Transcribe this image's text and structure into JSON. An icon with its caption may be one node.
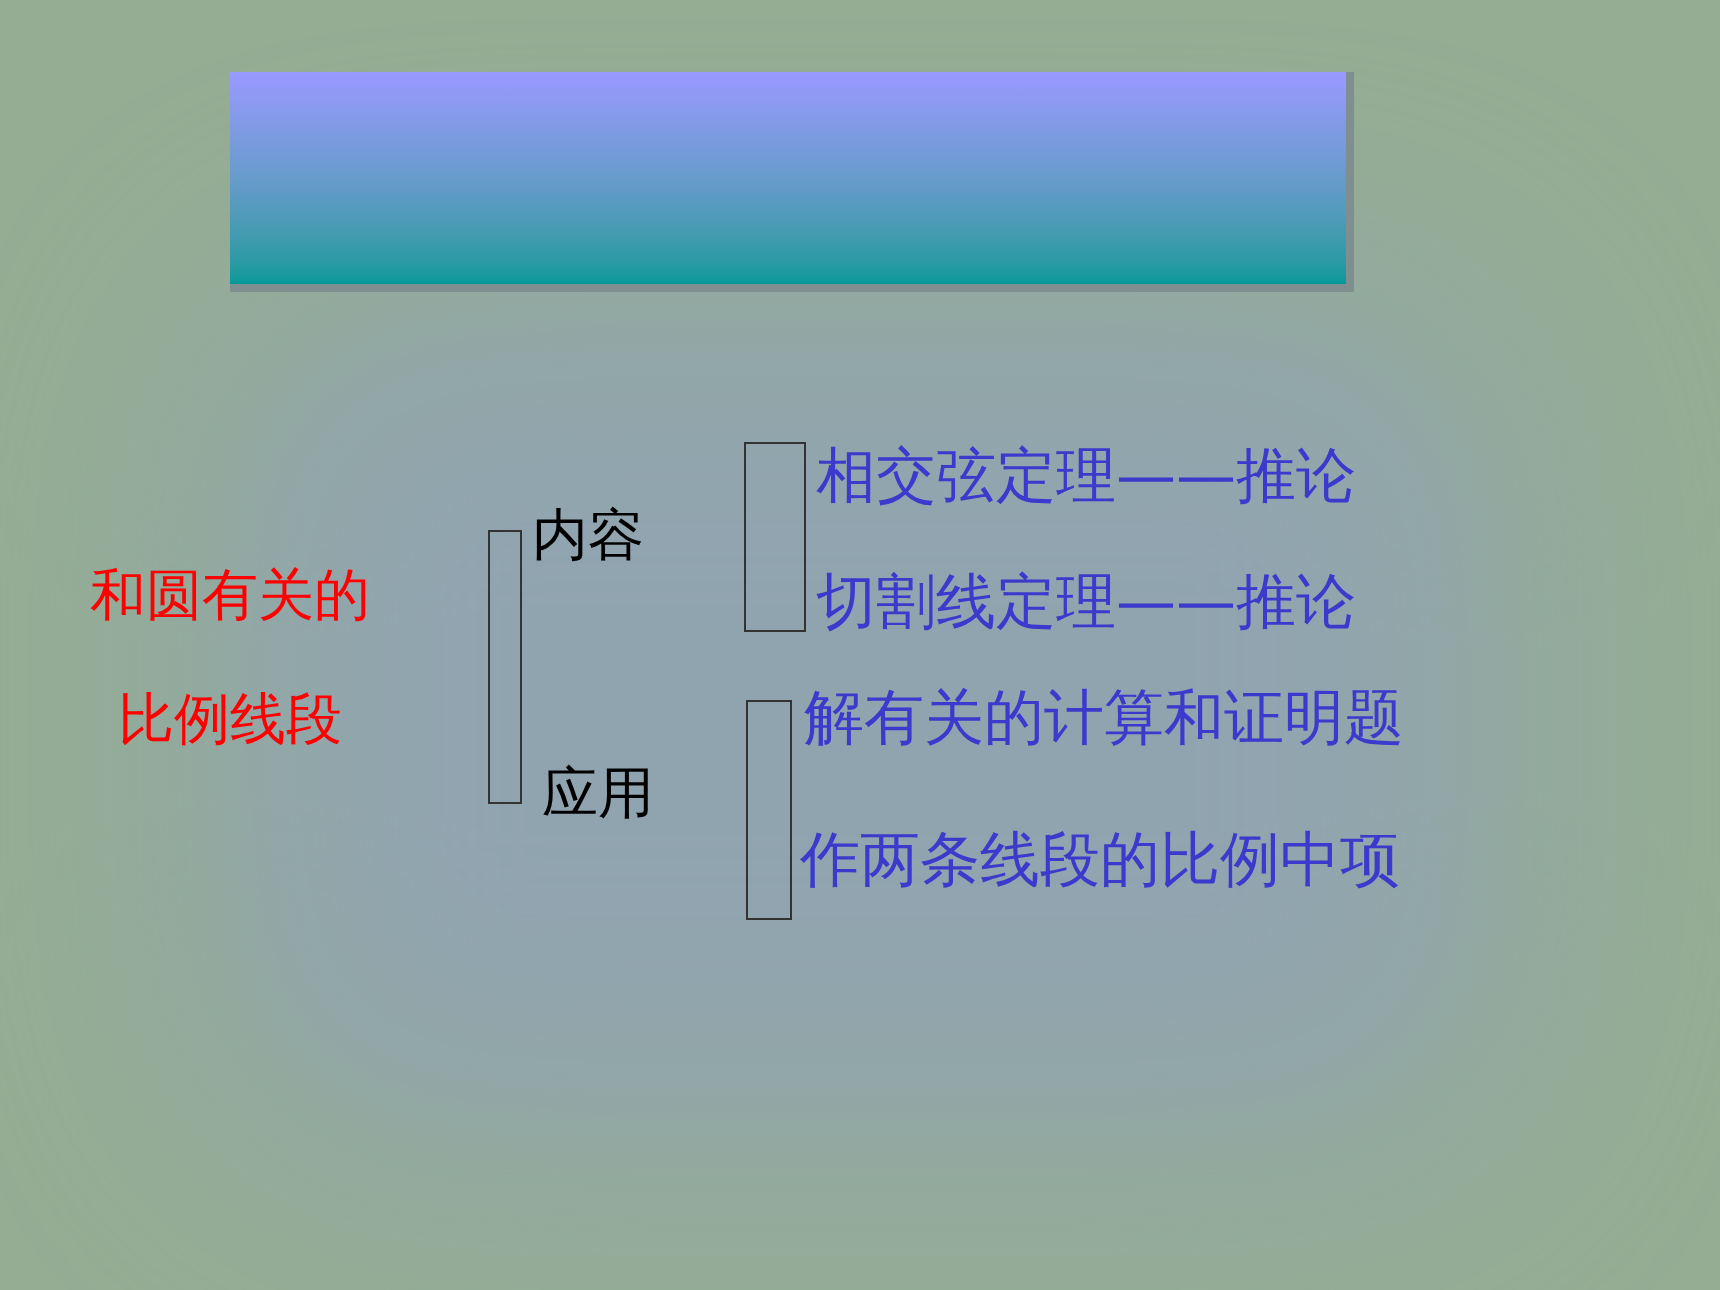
{
  "diagram": {
    "nodes": [
      {
        "text": [],
        "shape": "box"
      },
      {
        "text": [],
        "shape": "bracket"
      },
      {
        "text": [],
        "shape": "bracket"
      },
      {
        "text": [],
        "shape": "bracket"
      }
    ],
    "labels": [
      "相交弦定理——推论",
      "内容",
      "和圆有关的比例线段",
      "切割线定理——推论",
      "解有关的计算和证明题",
      "应用",
      "作两条线段的比例中项"
    ]
  }
}
